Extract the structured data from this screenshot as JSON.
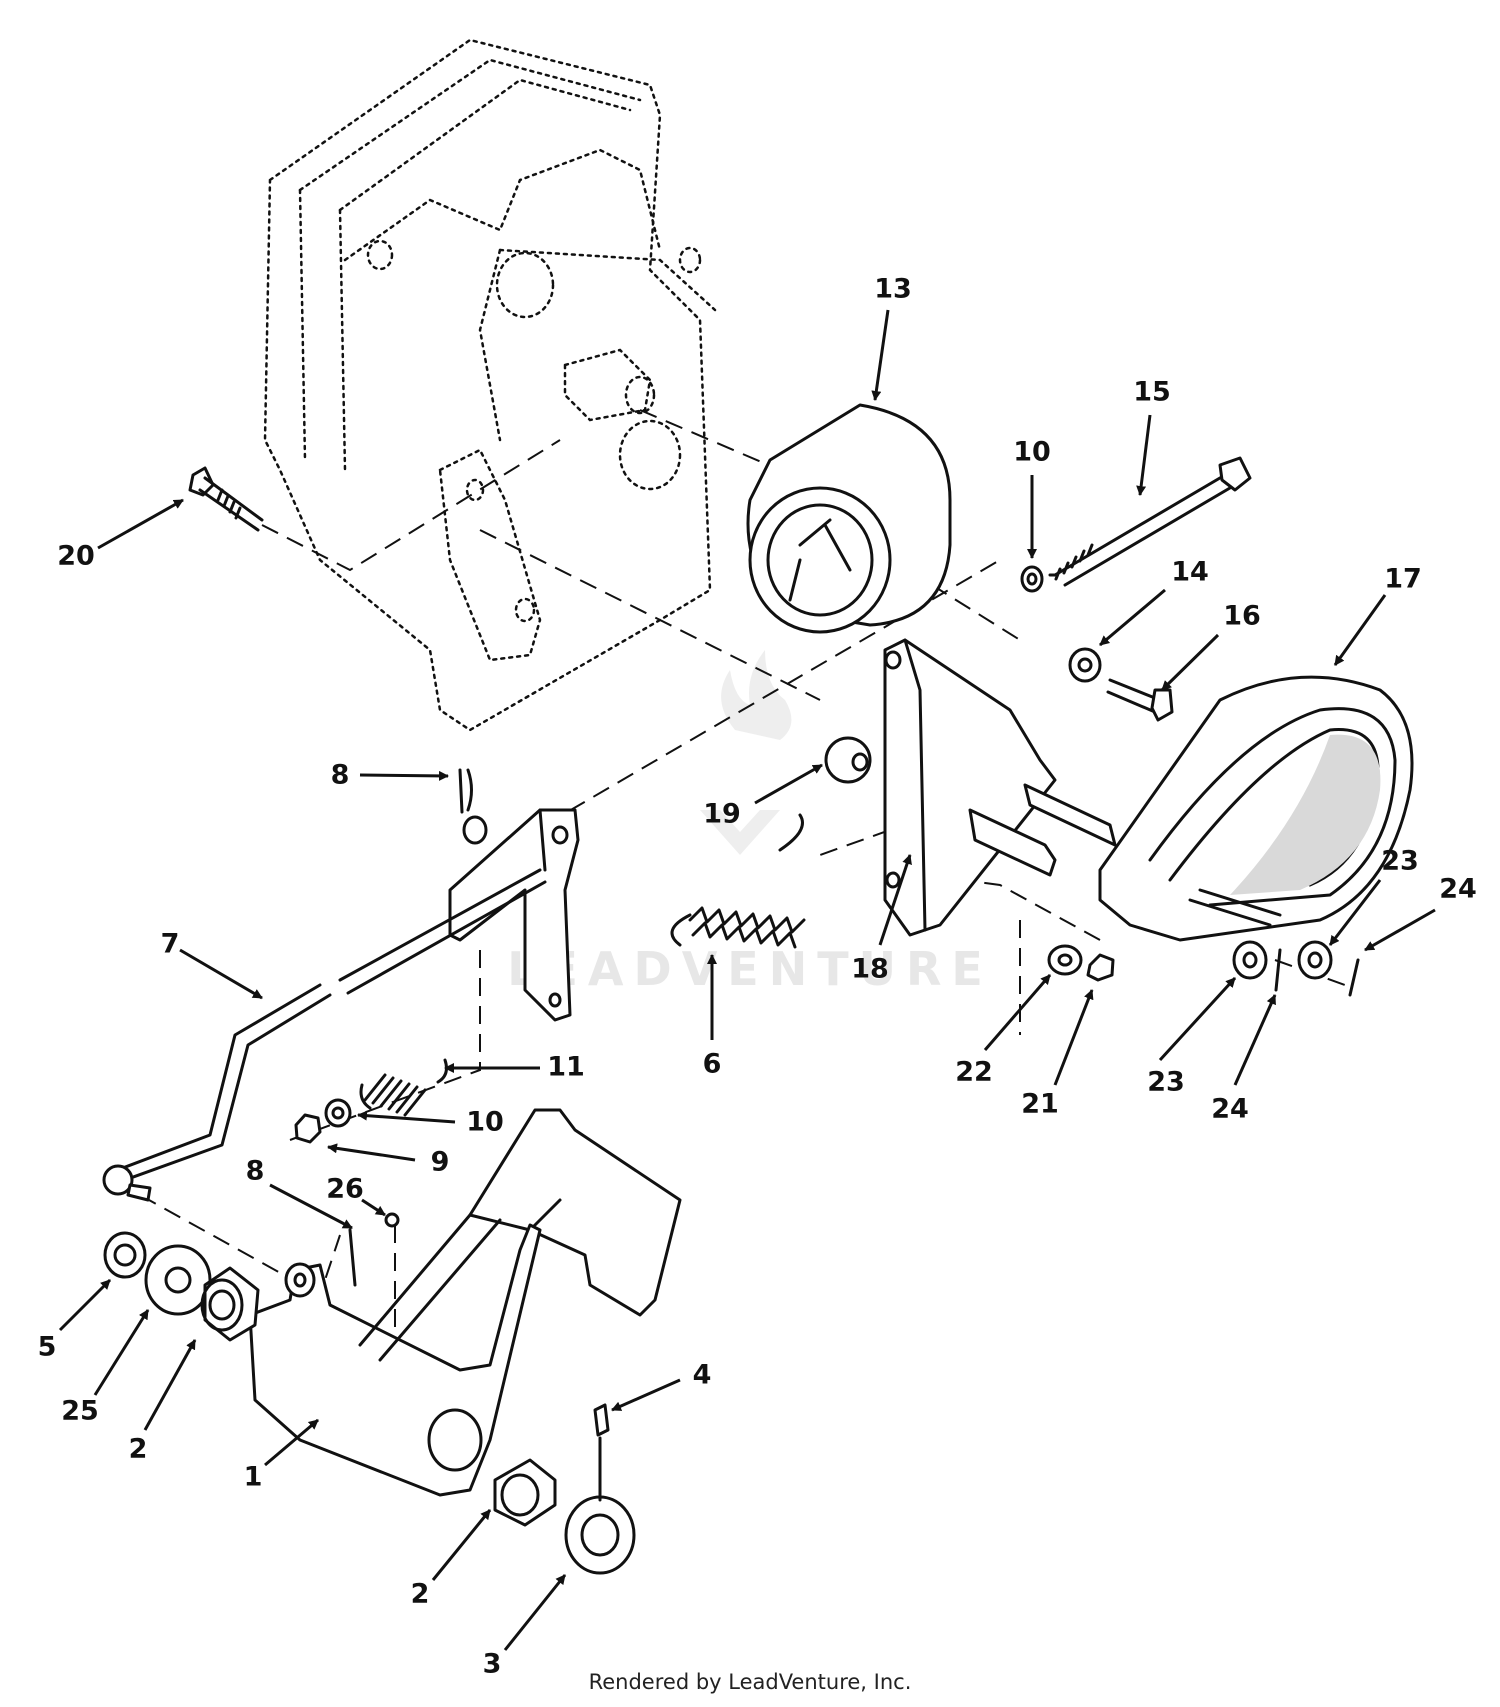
{
  "watermark": "LEADVENTURE",
  "credit": "Rendered by LeadVenture, Inc.",
  "callouts": [
    {
      "id": "1",
      "label": "1"
    },
    {
      "id": "2a",
      "label": "2"
    },
    {
      "id": "2b",
      "label": "2"
    },
    {
      "id": "3",
      "label": "3"
    },
    {
      "id": "4",
      "label": "4"
    },
    {
      "id": "5",
      "label": "5"
    },
    {
      "id": "6",
      "label": "6"
    },
    {
      "id": "7",
      "label": "7"
    },
    {
      "id": "8a",
      "label": "8"
    },
    {
      "id": "8b",
      "label": "8"
    },
    {
      "id": "9",
      "label": "9"
    },
    {
      "id": "10a",
      "label": "10"
    },
    {
      "id": "10b",
      "label": "10"
    },
    {
      "id": "11",
      "label": "11"
    },
    {
      "id": "13",
      "label": "13"
    },
    {
      "id": "14",
      "label": "14"
    },
    {
      "id": "15",
      "label": "15"
    },
    {
      "id": "16",
      "label": "16"
    },
    {
      "id": "17",
      "label": "17"
    },
    {
      "id": "18",
      "label": "18"
    },
    {
      "id": "19",
      "label": "19"
    },
    {
      "id": "20",
      "label": "20"
    },
    {
      "id": "21",
      "label": "21"
    },
    {
      "id": "22",
      "label": "22"
    },
    {
      "id": "23a",
      "label": "23"
    },
    {
      "id": "23b",
      "label": "23"
    },
    {
      "id": "24a",
      "label": "24"
    },
    {
      "id": "24b",
      "label": "24"
    },
    {
      "id": "25",
      "label": "25"
    },
    {
      "id": "26",
      "label": "26"
    }
  ]
}
